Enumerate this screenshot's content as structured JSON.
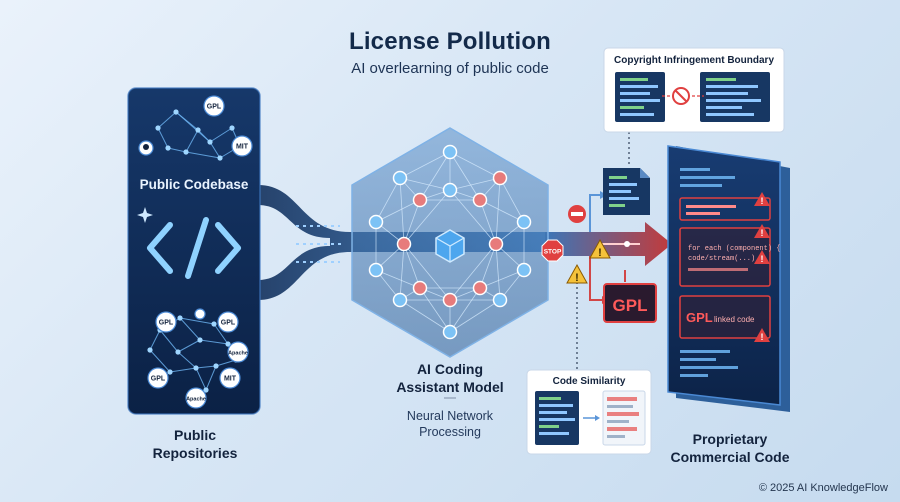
{
  "title": "License Pollution",
  "subtitle": "AI overlearning of public code",
  "boundary_card": {
    "title": "Copyright Infringement Boundary"
  },
  "codebase": {
    "label": "Public Codebase",
    "top_licenses": [
      "GPL",
      "MIT"
    ],
    "bottom_licenses": [
      "GPL",
      "GPL",
      "Apache",
      "GPL",
      "MIT",
      "Apache"
    ],
    "symbol": "</>"
  },
  "repos_label": [
    "Public",
    "Repositories"
  ],
  "model": {
    "label": [
      "AI Coding",
      "Assistant Model"
    ],
    "sub": [
      "Neural Network",
      "Processing"
    ]
  },
  "similarity_card": {
    "title": "Code Similarity"
  },
  "stop_sign": "STOP",
  "gpl_box": "GPL",
  "proprietary": {
    "label": [
      "Proprietary",
      "Commercial Code"
    ],
    "gpl_snippet": "GPL",
    "linked_text": "linked code",
    "snippet_text": [
      "for each (component) {",
      "code/stream(...)"
    ]
  },
  "copyright": "© 2025 AI KnowledgeFlow",
  "colors": {
    "panel_dark": "#0f2a52",
    "accent_blue": "#4aa8f0",
    "warning_red": "#e04040",
    "warning_yellow": "#f5c23a"
  }
}
